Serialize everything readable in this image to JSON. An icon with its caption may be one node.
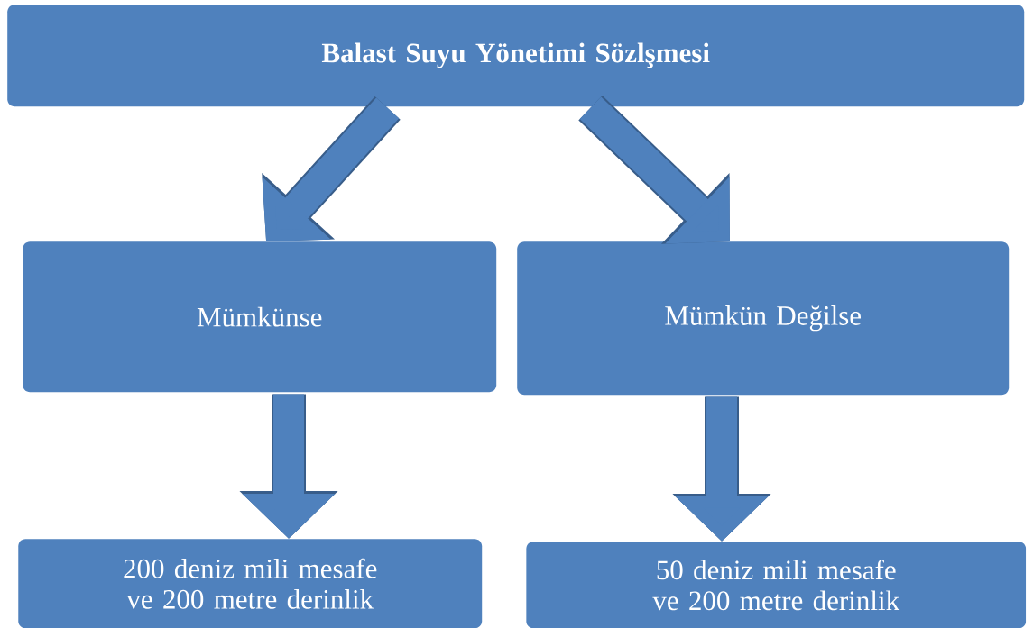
{
  "diagram": {
    "nodes": [
      {
        "text": [
          "Balast Suyu Yönetimi Sözlşmesi"
        ]
      },
      {
        "text": [
          "Mümkünse"
        ]
      },
      {
        "text": [
          "Mümkün Değilse"
        ]
      },
      {
        "text": [
          "200 deniz mili mesafe ve 200 metre derinlik"
        ]
      },
      {
        "text": [
          "50 deniz mili mesafe ve 200 metre derinlik"
        ]
      }
    ],
    "edges": [
      {
        "from": 0,
        "to": 1,
        "arrow": "to"
      },
      {
        "from": 0,
        "to": 2,
        "arrow": "to"
      },
      {
        "from": 1,
        "to": 3,
        "arrow": "to"
      },
      {
        "from": 2,
        "to": 4,
        "arrow": "to"
      }
    ]
  }
}
